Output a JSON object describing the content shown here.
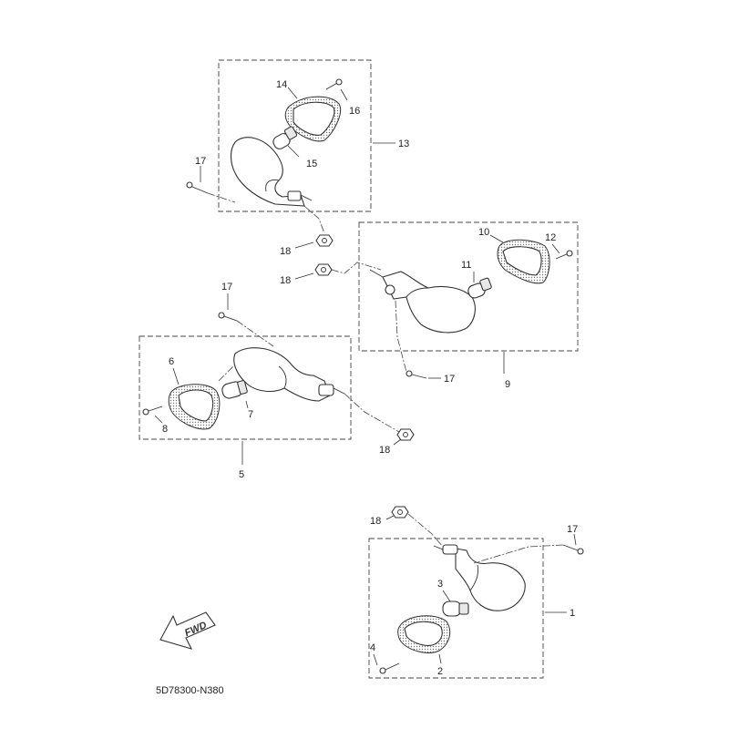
{
  "callouts": {
    "c1": "1",
    "c2": "2",
    "c3": "3",
    "c4": "4",
    "c5": "5",
    "c6": "6",
    "c7": "7",
    "c8": "8",
    "c9": "9",
    "c10": "10",
    "c11": "11",
    "c12": "12",
    "c13": "13",
    "c14": "14",
    "c15": "15",
    "c16": "16",
    "c17a": "17",
    "c17b": "17",
    "c17c": "17",
    "c17d": "17",
    "c18a": "18",
    "c18b": "18",
    "c18c": "18",
    "c18d": "18"
  },
  "fwd_label": "FWD",
  "diagram_code": "5D78300-N380"
}
